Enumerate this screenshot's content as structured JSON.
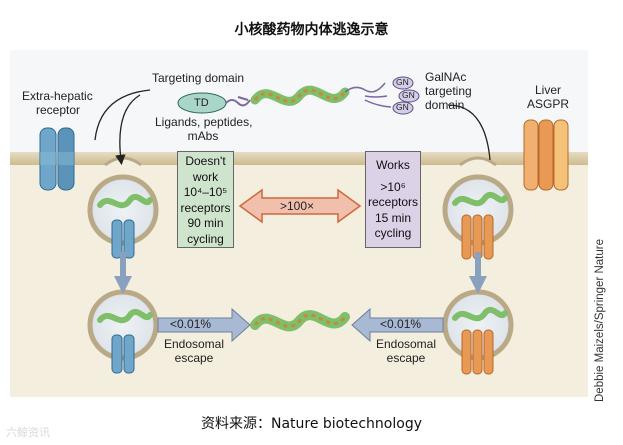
{
  "title": "小核酸药物内体逃逸示意",
  "source_line": "资料来源：Nature biotechnology",
  "credit": "Debbie Maizels/Springer Nature",
  "watermark": "六鲸资讯",
  "labels": {
    "targeting_domain": "Targeting domain",
    "td": "TD",
    "ligands": [
      "Ligands, peptides,",
      "mAbs"
    ],
    "extra_hepatic": [
      "Extra-hepatic",
      "receptor"
    ],
    "galnac": [
      "GalNAc",
      "targeting",
      "domain"
    ],
    "gn": "GN",
    "liver": [
      "Liver",
      "ASGPR"
    ],
    "ratio": ">100×",
    "escape_pct": "<0.01%",
    "endosomal": "Endosomal",
    "escape": "escape"
  },
  "left_box": {
    "line1": "Doesn't",
    "line2": "work",
    "line3": "10⁴–10⁵",
    "line4": "receptors",
    "line5": "90 min",
    "line6": "cycling"
  },
  "right_box": {
    "line1": "Works",
    "line2": ">10⁶",
    "line3": "receptors",
    "line4": "15 min",
    "line5": "cycling"
  },
  "colors": {
    "membrane": "#d8c8a0",
    "intracellular": "#f4eede",
    "left_box": "#cfe4cd",
    "right_box": "#dcd1e6",
    "blue_receptor": "#6fa6c9",
    "orange_receptor": "#e89a55",
    "arrow_blue": "#9fb2cc",
    "arrow_red": "#e8a08a"
  }
}
